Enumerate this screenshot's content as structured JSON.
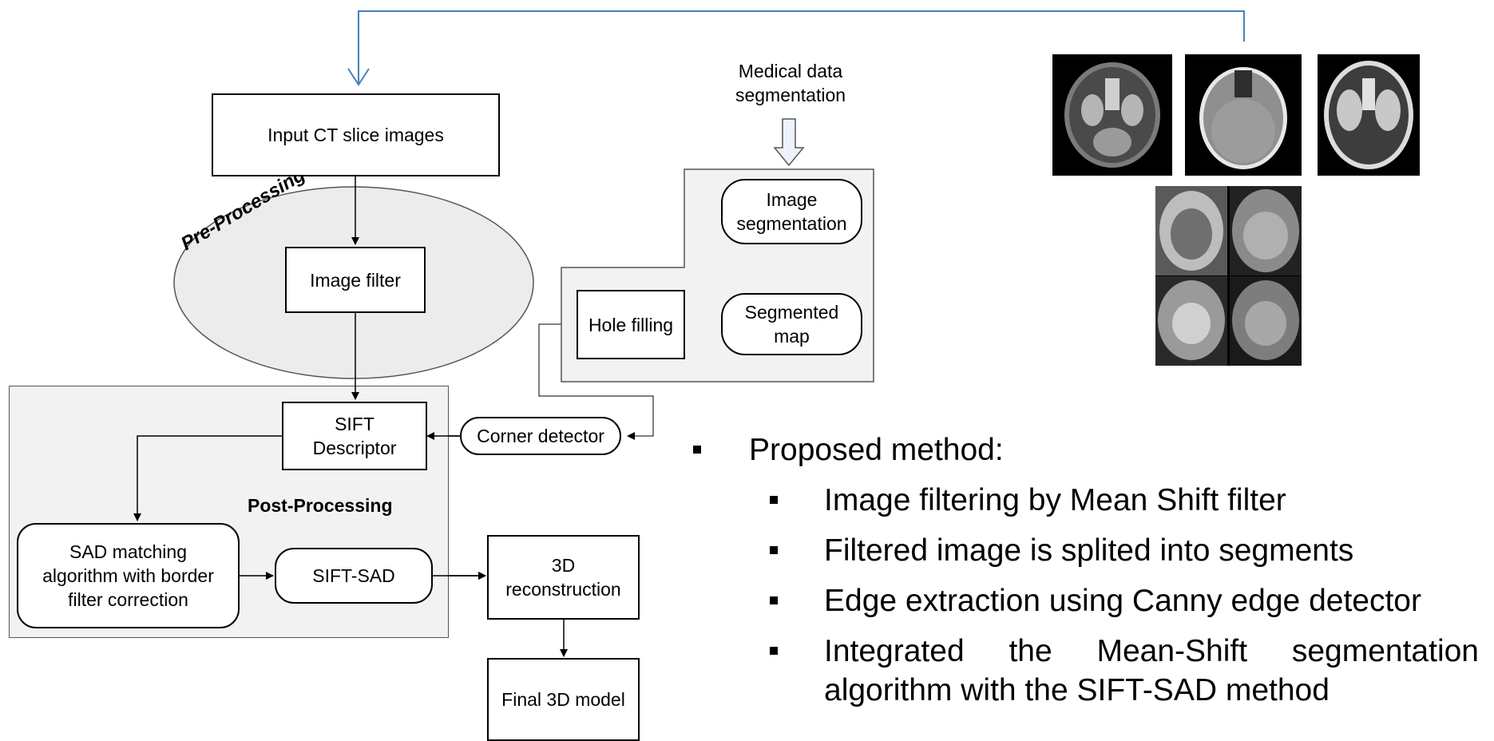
{
  "flowchart": {
    "input_ct": "Input CT slice images",
    "pre_processing": "Pre-Processing",
    "image_filter": "Image filter",
    "medical_data_segmentation_line1": "Medical data",
    "medical_data_segmentation_line2": "segmentation",
    "image_segmentation_line1": "Image",
    "image_segmentation_line2": "segmentation",
    "segmented_map_line1": "Segmented",
    "segmented_map_line2": "map",
    "hole_filling": "Hole filling",
    "corner_detector": "Corner detector",
    "sift_descriptor_line1": "SIFT",
    "sift_descriptor_line2": "Descriptor",
    "post_processing": "Post-Processing",
    "sad_line1": "SAD matching",
    "sad_line2": "algorithm with border",
    "sad_line3": "filter correction",
    "sift_sad": "SIFT-SAD",
    "reconstruction_line1": "3D",
    "reconstruction_line2": "reconstruction",
    "final_model": "Final 3D model"
  },
  "bullets": {
    "heading": "Proposed method:",
    "item1": "Image filtering by Mean Shift filter",
    "item2": "Filtered image is splited into segments",
    "item3": "Edge extraction using Canny edge detector",
    "item4_line1": "Integrated the Mean-Shift segmentation",
    "item4_line2": "algorithm with the SIFT-SAD method"
  },
  "colors": {
    "feedback_arrow": "#4a7ebb",
    "panel_fill": "#f2f2f2",
    "ellipse_fill": "#ececec"
  }
}
